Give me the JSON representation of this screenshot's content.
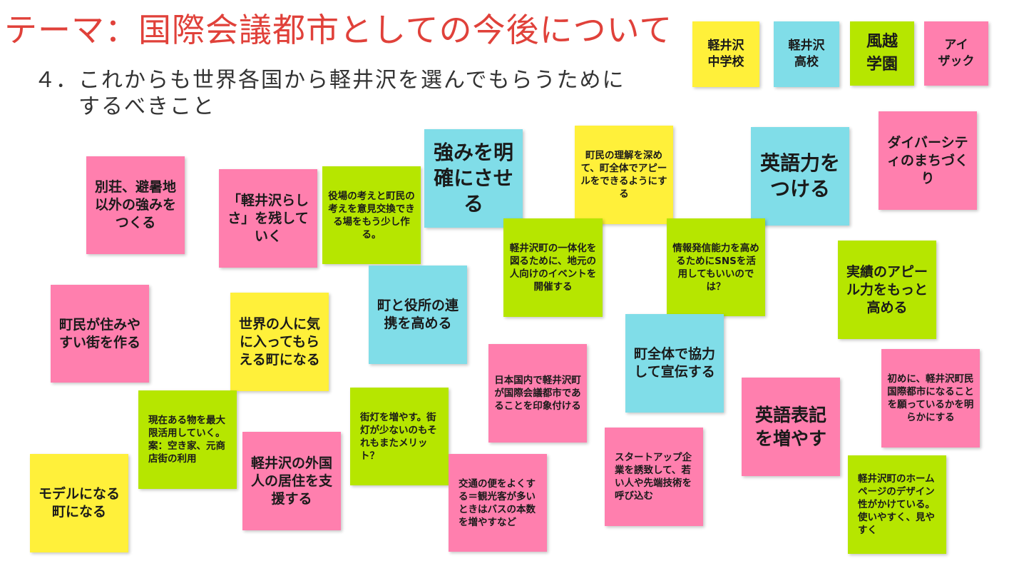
{
  "title": "テーマ：国際会議都市としての今後について",
  "subtitle": {
    "number": "４．",
    "line1": "これからも世界各国から軽井沢を選んでもらうために",
    "line2": "するべきこと"
  },
  "colors": {
    "title": "#e0413a",
    "yellow": "#fff03a",
    "blue": "#80dde8",
    "green": "#b6e600",
    "pink": "#ff7fae"
  },
  "legend": {
    "junior_high": "軽井沢\n中学校",
    "high_school": "軽井沢\n高校",
    "kazakoshi": "風越\n学園",
    "isak": "アイ\nザック"
  },
  "notes": {
    "villa": "別荘、避暑地以外の強みをつくる",
    "karuizawa_rashisa": "「軽井沢らしさ」を残していく",
    "yakuba_exchange": "役場の考えと町民の考えを意見交換できる場をもう少し作る。",
    "strength": "強みを明確にさせる",
    "understanding": "町民の理解を深めて、町全体でアピールをできるようにする",
    "unity": "軽井沢町の一体化を図るために、地元の人向けのイベントを開催する",
    "english_power": "英語力をつける",
    "sns": "情報発信能力を高めるためにSNSを活用してもいいのでは？",
    "diversity": "ダイバーシティのまちづくり",
    "livable": "町民が住みやすい街を作る",
    "world_like": "世界の人に気に入ってもらえる町になる",
    "cooperation": "町と役所の連携を高める",
    "achievements": "実績のアピール力をもっと高める",
    "whole_town": "町全体で協力して宣伝する",
    "domestic": "日本国内で軽井沢町が国際会議都市であることを印象付ける",
    "english_signs": "英語表記を増やす",
    "first_wish": "初めに、軽井沢町民国際都市になることを願っているかを明らかにする",
    "existing": "現在ある物を最大限活用していく。案：空き家、元商店街の利用",
    "streetlights": "街灯を増やす。街灯が少ないのもそれもまたメリット？",
    "startup": "スタートアップ企業を誘致して、若い人や先端技術を呼び込む",
    "foreign_residents": "軽井沢の外国人の居住を支援する",
    "transport": "交通の便をよくする＝観光客が多いときはバスの本数を増やすなど",
    "model_town": "モデルになる町になる",
    "homepage": "軽井沢町のホームページのデザイン性がかけている。使いやすく、見やすく"
  }
}
